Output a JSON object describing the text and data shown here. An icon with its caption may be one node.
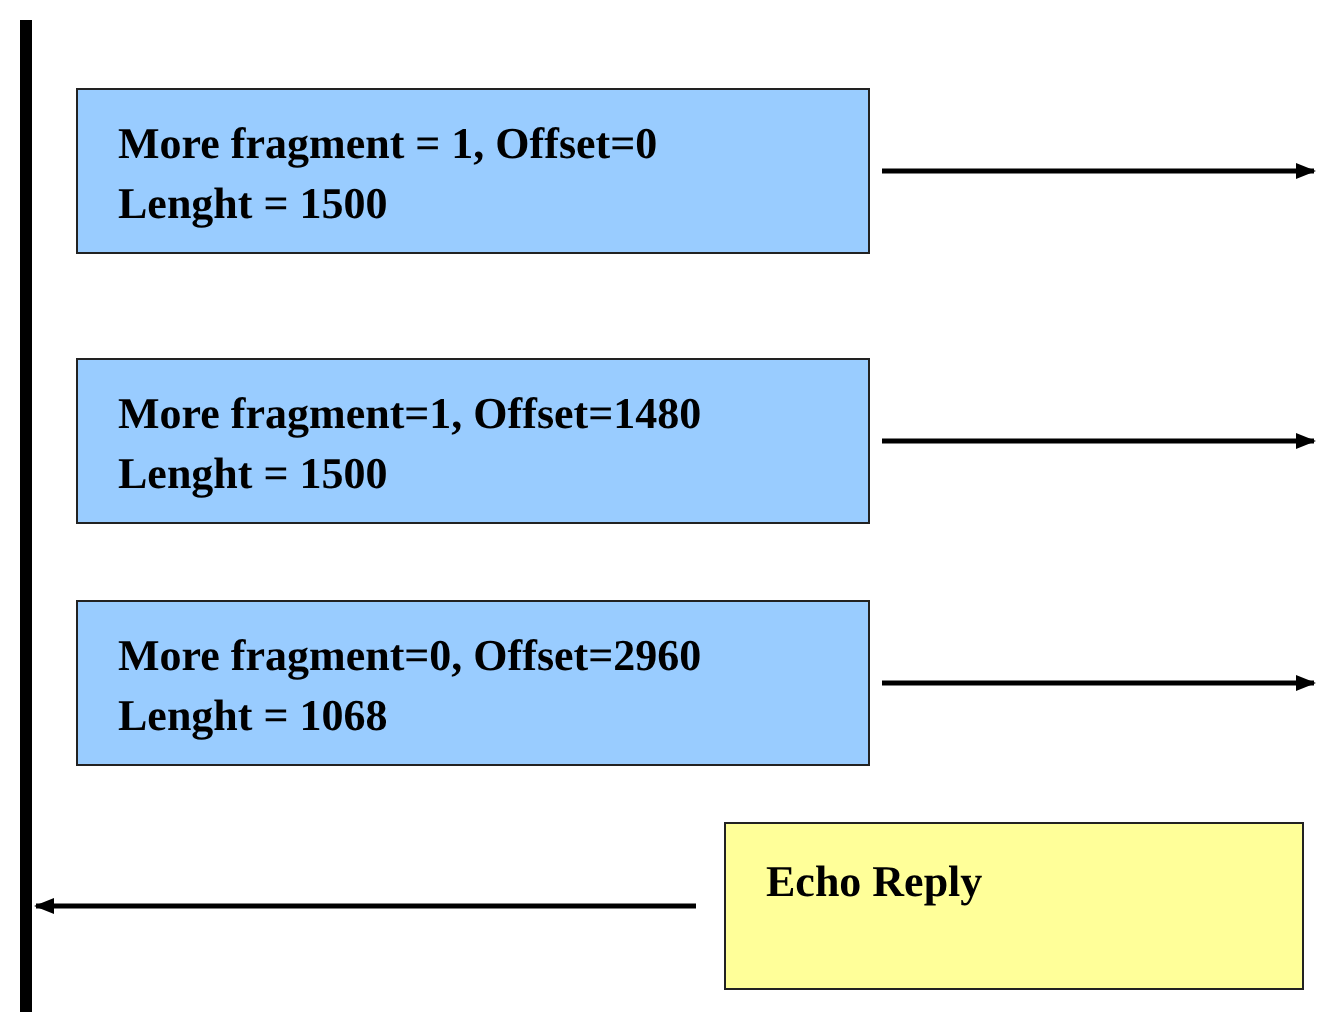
{
  "diagram": {
    "nodes": [
      {
        "text": [],
        "shape": "bar"
      },
      {
        "text": [
          "More fragment = 1, Offset=0",
          "Lenght = 1500"
        ]
      },
      {
        "text": [
          "More fragment=1, Offset=1480",
          "Lenght = 1500"
        ]
      },
      {
        "text": [
          "More fragment=0, Offset=2960",
          "Lenght = 1068"
        ]
      },
      {
        "text": [
          "Echo Reply"
        ]
      }
    ],
    "edges": [
      {
        "from": 1,
        "to": null,
        "arrow": "to"
      },
      {
        "from": 2,
        "to": null,
        "arrow": "to"
      },
      {
        "from": 3,
        "to": null,
        "arrow": "to"
      },
      {
        "from": 4,
        "to": 0,
        "arrow": "to"
      }
    ]
  }
}
